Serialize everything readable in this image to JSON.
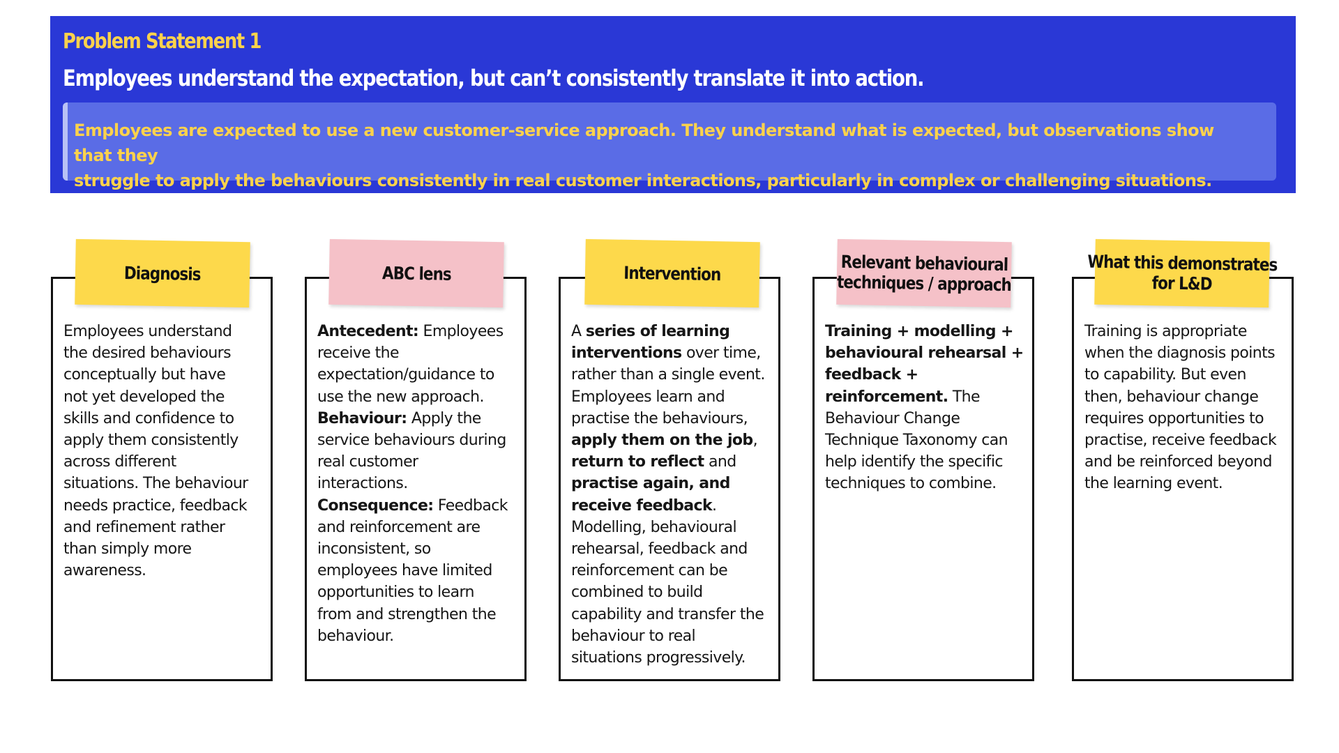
{
  "problem": {
    "kicker": "Problem Statement 1",
    "title": "Employees understand the expectation, but can’t consistently translate it into action.",
    "callout_line1": "Employees are expected to use a new customer-service approach. They understand what is expected, but observations show that they",
    "callout_line2": "struggle to apply the behaviours consistently in real customer interactions, particularly in complex or challenging situations."
  },
  "colors": {
    "banner": "#2a38d6",
    "callout": "#5a6ce6",
    "accent_yellow": "#fdd94b",
    "accent_pink": "#f5c1c8",
    "heading_yellow": "#fbd24c"
  },
  "cards": [
    {
      "tag_line1": "Diagnosis",
      "lines": [
        [
          {
            "t": "Employees understand"
          }
        ],
        [
          {
            "t": "the desired behaviours"
          }
        ],
        [
          {
            "t": "conceptually but have"
          }
        ],
        [
          {
            "t": "not yet developed the"
          }
        ],
        [
          {
            "t": "skills and confidence to"
          }
        ],
        [
          {
            "t": "apply them consistently"
          }
        ],
        [
          {
            "t": "across different"
          }
        ],
        [
          {
            "t": "situations. The behaviour"
          }
        ],
        [
          {
            "t": "needs practice, feedback"
          }
        ],
        [
          {
            "t": "and refinement rather"
          }
        ],
        [
          {
            "t": "than simply more"
          }
        ],
        [
          {
            "t": "awareness."
          }
        ]
      ]
    },
    {
      "tag_line1": "ABC lens",
      "lines": [
        [
          {
            "t": "Antecedent:",
            "b": true
          },
          {
            "t": " Employees"
          }
        ],
        [
          {
            "t": "receive the"
          }
        ],
        [
          {
            "t": "expectation/guidance to"
          }
        ],
        [
          {
            "t": "use the new approach."
          }
        ],
        [
          {
            "t": "Behaviour:",
            "b": true
          },
          {
            "t": " Apply the"
          }
        ],
        [
          {
            "t": "service behaviours during"
          }
        ],
        [
          {
            "t": "real customer"
          }
        ],
        [
          {
            "t": "interactions."
          }
        ],
        [
          {
            "t": "Consequence:",
            "b": true
          },
          {
            "t": " Feedback"
          }
        ],
        [
          {
            "t": "and reinforcement are"
          }
        ],
        [
          {
            "t": "inconsistent, so"
          }
        ],
        [
          {
            "t": "employees have limited"
          }
        ],
        [
          {
            "t": "opportunities to learn"
          }
        ],
        [
          {
            "t": "from and strengthen the"
          }
        ],
        [
          {
            "t": "behaviour."
          }
        ]
      ]
    },
    {
      "tag_line1": "Intervention",
      "lines": [
        [
          {
            "t": "A "
          },
          {
            "t": "series of learning",
            "b": true
          }
        ],
        [
          {
            "t": "interventions",
            "b": true
          },
          {
            "t": " over time,"
          }
        ],
        [
          {
            "t": "rather than a single event."
          }
        ],
        [
          {
            "t": "Employees learn and"
          }
        ],
        [
          {
            "t": "practise the behaviours,"
          }
        ],
        [
          {
            "t": "apply them on the job",
            "b": true
          },
          {
            "t": ","
          }
        ],
        [
          {
            "t": "return to reflect",
            "b": true
          },
          {
            "t": " and"
          }
        ],
        [
          {
            "t": "practise again, and",
            "b": true
          }
        ],
        [
          {
            "t": "receive feedback",
            "b": true
          },
          {
            "t": "."
          }
        ],
        [
          {
            "t": "Modelling, behavioural"
          }
        ],
        [
          {
            "t": "rehearsal, feedback and"
          }
        ],
        [
          {
            "t": "reinforcement can be"
          }
        ],
        [
          {
            "t": "combined to build"
          }
        ],
        [
          {
            "t": "capability and transfer the"
          }
        ],
        [
          {
            "t": "behaviour to real"
          }
        ],
        [
          {
            "t": "situations progressively."
          }
        ]
      ]
    },
    {
      "tag_line1": "Relevant behavioural",
      "tag_line2": "techniques / approach",
      "lines": [
        [
          {
            "t": "Training + modelling +",
            "b": true
          }
        ],
        [
          {
            "t": "behavioural rehearsal +",
            "b": true
          }
        ],
        [
          {
            "t": "feedback +",
            "b": true
          }
        ],
        [
          {
            "t": "reinforcement.",
            "b": true
          },
          {
            "t": " The"
          }
        ],
        [
          {
            "t": "Behaviour Change"
          }
        ],
        [
          {
            "t": "Technique Taxonomy can"
          }
        ],
        [
          {
            "t": "help identify the specific"
          }
        ],
        [
          {
            "t": "techniques to combine."
          }
        ]
      ]
    },
    {
      "tag_line1": "What this demonstrates",
      "tag_line2": "for L&D",
      "lines": [
        [
          {
            "t": "Training is appropriate"
          }
        ],
        [
          {
            "t": "when the diagnosis points"
          }
        ],
        [
          {
            "t": "to capability. But even"
          }
        ],
        [
          {
            "t": "then, behaviour change"
          }
        ],
        [
          {
            "t": "requires opportunities to"
          }
        ],
        [
          {
            "t": "practise, receive feedback"
          }
        ],
        [
          {
            "t": "and be reinforced beyond"
          }
        ],
        [
          {
            "t": "the learning event."
          }
        ]
      ]
    }
  ]
}
